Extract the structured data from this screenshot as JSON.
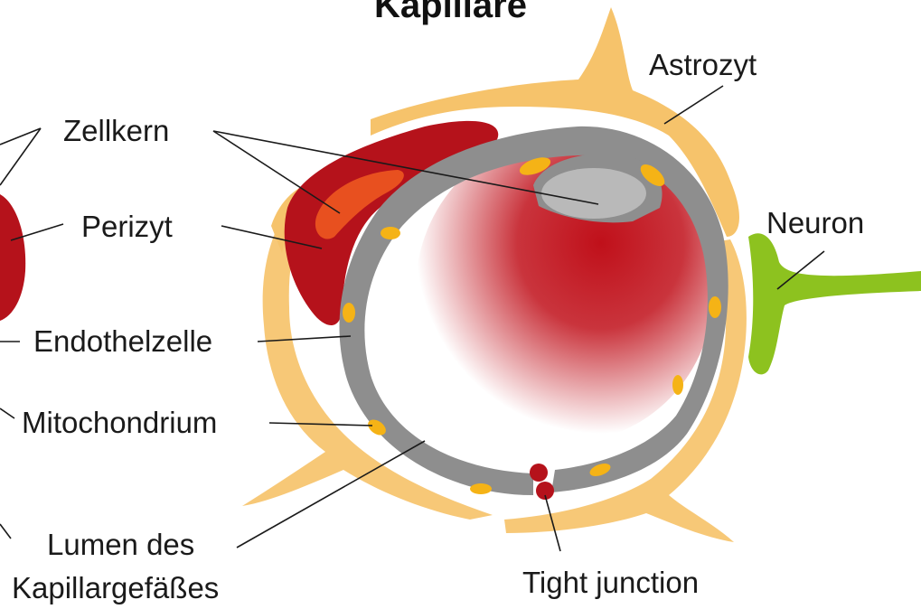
{
  "title": "Kapillare",
  "labels": {
    "astrozyt": "Astrozyt",
    "zellkern": "Zellkern",
    "perizyt": "Perizyt",
    "neuron": "Neuron",
    "endothelzelle": "Endothelzelle",
    "mitochondrium": "Mitochondrium",
    "lumen_line1": "Lumen des",
    "lumen_line2": "Kapillargefäßes",
    "tight_junction": "Tight junction"
  },
  "colors": {
    "astrocyte": "#f6c36b",
    "endothelium": "#8e8e8e",
    "nucleus": "#b9b9b9",
    "pericyte": "#b5121b",
    "pericyte_nucleus": "#e8501f",
    "mitochondrion": "#f5b316",
    "neuron": "#8dc21f",
    "tight_junction": "#b5121b",
    "blood": "#c0101a"
  }
}
